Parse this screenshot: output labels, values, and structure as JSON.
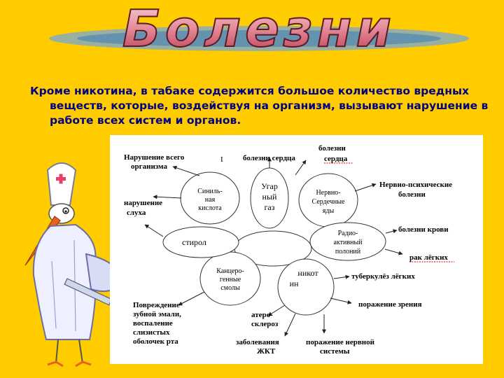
{
  "title": "Болезни",
  "intro": "Кроме никотина, в табаке содержится большое количество вредных веществ, которые, воздействуя на организм, вызывают нарушение в работе всех систем и органов.",
  "diagram": {
    "cursor_mark": "I",
    "center_label": "",
    "petals": [
      {
        "lines": [
          "Угар",
          "ный",
          "газ"
        ]
      },
      {
        "lines": [
          "Нервно-",
          "Сердечные",
          "яды"
        ]
      },
      {
        "lines": [
          "Радио-",
          "активный",
          "полоний"
        ]
      },
      {
        "lines": [
          "никот",
          "ин"
        ]
      },
      {
        "lines": [
          "Канцеро-",
          "генные",
          "смолы"
        ]
      },
      {
        "lines": [
          "стирол"
        ]
      },
      {
        "lines": [
          "Синиль-",
          "ная",
          "кислота"
        ]
      }
    ],
    "outcomes": [
      {
        "lines": [
          "Нарушение всего",
          "организма"
        ]
      },
      {
        "lines": [
          "болезни сердца"
        ]
      },
      {
        "lines": [
          "болезни",
          "сердца"
        ]
      },
      {
        "lines": [
          "Нервно-психические",
          "болезни"
        ]
      },
      {
        "lines": [
          "нарушение",
          "слуха"
        ]
      },
      {
        "lines": [
          "болезни крови"
        ]
      },
      {
        "lines": [
          "рак лёгких"
        ]
      },
      {
        "lines": [
          "туберкулёз лёгких"
        ]
      },
      {
        "lines": [
          "поражение зрения"
        ]
      },
      {
        "lines": [
          "Повреждение",
          "зубной эмали,",
          "воспаление",
          "слизистых",
          "оболочек рта"
        ]
      },
      {
        "lines": [
          "атеро-",
          "склероз"
        ]
      },
      {
        "lines": [
          "заболевания",
          "ЖКТ"
        ]
      },
      {
        "lines": [
          "поражение нервной",
          "системы"
        ]
      }
    ]
  }
}
